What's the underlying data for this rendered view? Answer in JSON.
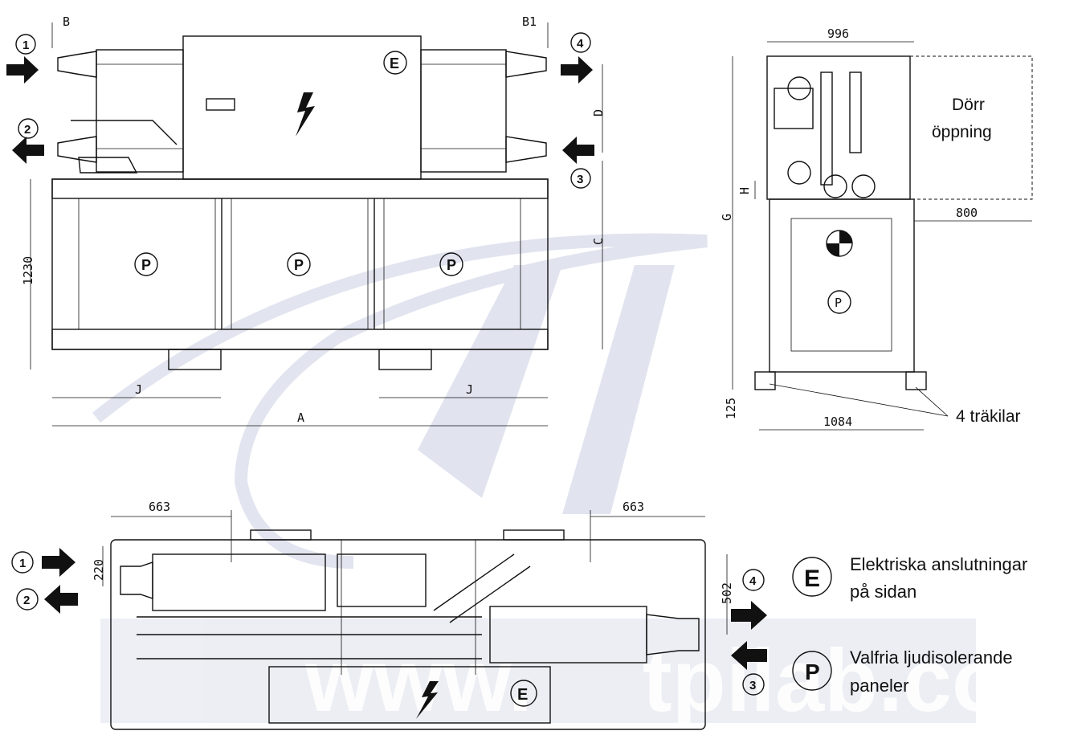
{
  "front_view": {
    "dim_B": "B",
    "dim_B1": "B1",
    "dim_D": "D",
    "dim_C": "C",
    "dim_J_left": "J",
    "dim_J_right": "J",
    "dim_A": "A",
    "dim_height": "1230",
    "ports": {
      "p1": "1",
      "p2": "2",
      "p3": "3",
      "p4": "4"
    },
    "electrical_mark": "E",
    "panels": [
      "P",
      "P",
      "P"
    ]
  },
  "side_view": {
    "dim_width_top": "996",
    "dim_G": "G",
    "dim_H": "H",
    "dim_door": "800",
    "dim_base_width": "1084",
    "dim_base_height": "125",
    "door_label_line1": "Dörr",
    "door_label_line2": "öppning",
    "wedges_label": "4 träkilar",
    "panel_mark": "P"
  },
  "top_view": {
    "dim_left_offset": "663",
    "dim_right_offset": "663",
    "dim_left_height": "220",
    "dim_right_height": "502",
    "ports": {
      "p1": "1",
      "p2": "2",
      "p3": "3",
      "p4": "4"
    },
    "electrical_mark": "E"
  },
  "legend": {
    "e_symbol": "E",
    "e_line1": "Elektriska anslutningar",
    "e_line2": "på sidan",
    "p_symbol": "P",
    "p_line1": "Valfria ljudisolerande",
    "p_line2": "paneler"
  },
  "watermark": "www.tpilab.com"
}
